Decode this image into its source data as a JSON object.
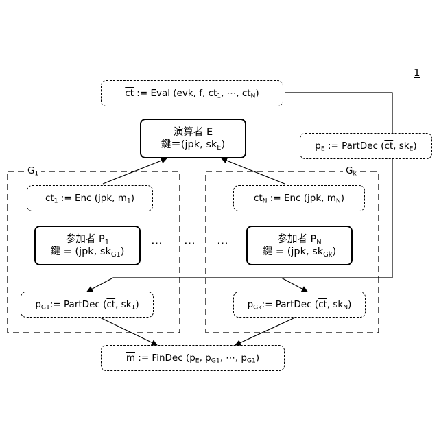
{
  "figure_number": "1",
  "groups": [
    {
      "label_main": "G",
      "label_sub": "1"
    },
    {
      "label_main": "G",
      "label_sub": "k"
    }
  ],
  "eval_box": {
    "var": "ct",
    "p1": " := Eval (evk, f, ct",
    "s1": "1",
    "p2": ", ⋯, ct",
    "s2": "N",
    "p3": ")"
  },
  "evaluator": {
    "title": "演算者 E",
    "key_pre": "鍵＝(jpk, sk",
    "key_sub": "E",
    "key_post": ")"
  },
  "partdec_e": {
    "var": "p",
    "var_sub": "E",
    "p1": " := PartDec (",
    "ct": "ct",
    "p2": ", sk",
    "s2": "E",
    "p3": ")"
  },
  "enc_1": {
    "var": "ct",
    "var_sub": "1",
    "p1": " := Enc (jpk, m",
    "s1": "1",
    "p2": ")"
  },
  "enc_n": {
    "var": "ct",
    "var_sub": "N",
    "p1": " := Enc (jpk, m",
    "s1": "N",
    "p2": ")"
  },
  "participant_1": {
    "title_pre": "参加者 P",
    "title_sub": "1",
    "key_pre": "鍵 = (jpk, sk",
    "key_sub": "G1",
    "key_post": ")"
  },
  "participant_n": {
    "title_pre": "参加者 P",
    "title_sub": "N",
    "key_pre": "鍵 = (jpk, sk",
    "key_sub": "Gk",
    "key_post": ")"
  },
  "ellipsis": [
    "⋯",
    "⋯",
    "⋯"
  ],
  "partdec_g1": {
    "var": "p",
    "var_sub": "G1",
    "p1": ":= PartDec (",
    "ct": "ct",
    "p2": ", sk",
    "s2": "1",
    "p3": ")"
  },
  "partdec_gk": {
    "var": "p",
    "var_sub": "Gk",
    "p1": ":= PartDec (",
    "ct": "ct",
    "p2": ", sk",
    "s2": "N",
    "p3": ")"
  },
  "findec": {
    "var": "m",
    "p1": " := FinDec (p",
    "s1": "E",
    "p2": ", p",
    "s2": "G1",
    "p3": ", ⋯, p",
    "s3": "G1",
    "p4": ")"
  }
}
